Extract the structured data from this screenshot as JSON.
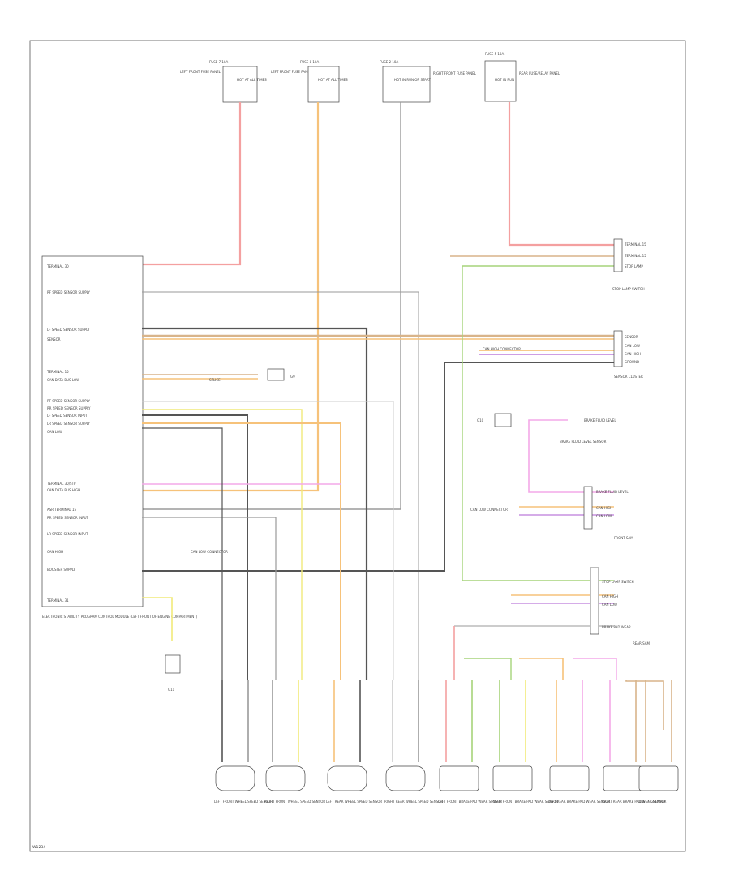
{
  "fuses": [
    {
      "label": "LEFT FRONT FUSE PANEL",
      "fuse": "FUSE 7 10A",
      "sub": "HOT AT ALL TIMES"
    },
    {
      "label": "LEFT FRONT FUSE PANEL",
      "fuse": "FUSE 8 10A",
      "sub": "HOT AT ALL TIMES"
    },
    {
      "label": "RIGHT FRONT FUSE PANEL",
      "fuse": "FUSE 2 10A",
      "sub": "HOT IN RUN OR START"
    },
    {
      "label": "REAR FUSE/RELAY PANEL",
      "fuse": "FUSE 5 10A",
      "sub": "HOT IN RUN"
    }
  ],
  "module": {
    "title": "ELECTRONIC STABILITY PROGRAM CONTROL MODULE (LEFT FRONT OF ENGINE COMPARTMENT)",
    "pins": [
      "TERMINAL 30",
      "RF SPEED SENSOR SUPPLY",
      "LF SPEED SENSOR SUPPLY",
      "SENSOR",
      "TERMINAL 15",
      "CAN DATA BUS LOW",
      "RF SPEED SENSOR SUPPLY",
      "RR SPEED SENSOR SUPPLY",
      "LF SPEED SENSOR INPUT",
      "LR SPEED SENSOR SUPPLY",
      "CAN LOW",
      "TERMINAL 30/STP",
      "CAN DATA BUS HIGH",
      "ASR TERMINAL 15",
      "RR SPEED SENSOR INPUT",
      "LR SPEED SENSOR INPUT",
      "CAN HIGH",
      "BOOSTER SUPPLY",
      "TERMINAL 31"
    ]
  },
  "connectors_right": [
    {
      "title": "STOP LAMP SWITCH",
      "pins": [
        "TERMINAL 15",
        "TERMINAL 15",
        "STOP LAMP"
      ]
    },
    {
      "title": "SENSOR CLUSTER",
      "pins": [
        "SENSOR",
        "CAN LOW",
        "CAN HIGH",
        "GROUND"
      ]
    },
    {
      "title": "BRAKE FLUID LEVEL SENSOR",
      "pins": [
        "BRAKE FLUID LEVEL"
      ]
    },
    {
      "title": "FRONT SAM",
      "pins": [
        "BRAKE FLUID LEVEL",
        "CAN HIGH",
        "CAN LOW"
      ]
    },
    {
      "title": "REAR SAM",
      "pins": [
        "STOP LAMP SWITCH",
        "CAN HIGH",
        "CAN LOW",
        "BRAKE PAD WEAR"
      ]
    }
  ],
  "splices": [
    "CAN HIGH CONNECTOR",
    "SPLICE",
    "CAN LOW CONNECTOR"
  ],
  "sensors": [
    "LEFT FRONT WHEEL SPEED SENSOR",
    "RIGHT FRONT WHEEL SPEED SENSOR",
    "LEFT REAR WHEEL SPEED SENSOR",
    "RIGHT REAR WHEEL SPEED SENSOR",
    "LEFT FRONT BRAKE PAD WEAR SENSOR",
    "RIGHT FRONT BRAKE PAD WEAR SENSOR",
    "LEFT REAR BRAKE PAD WEAR SENSOR",
    "RIGHT REAR BRAKE PAD WEAR SENSOR",
    "DIRECT GROUND"
  ],
  "grounds": [
    "G9",
    "G10",
    "G11"
  ],
  "footer_id": "W1234",
  "colors": {
    "red": "#f4a0a0",
    "orange": "#f6c27a",
    "gray": "#9a9a9a",
    "black": "#333333",
    "green": "#a6d47a",
    "yellow": "#f1ea7a",
    "violet": "#c790e0",
    "pink": "#f3a8e8",
    "tan": "#d8b48a"
  }
}
